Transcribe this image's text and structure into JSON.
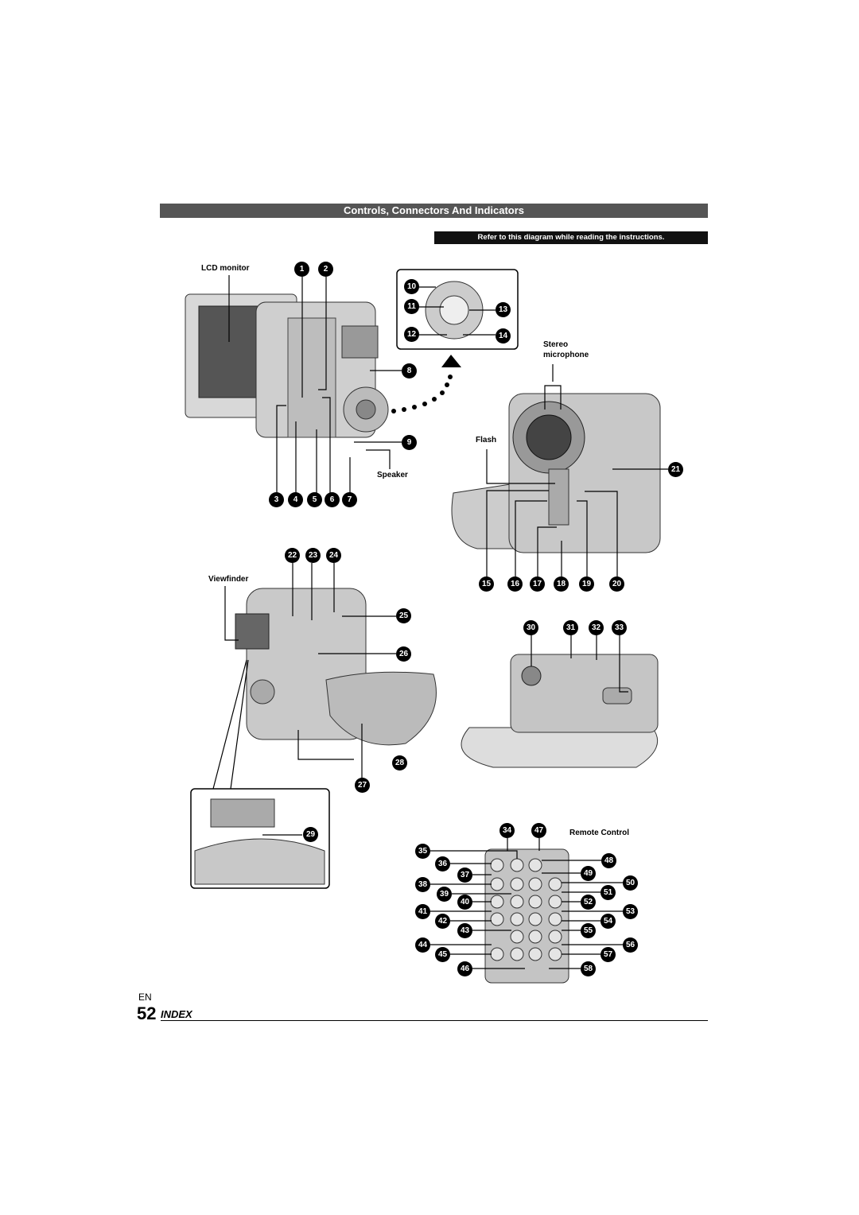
{
  "header": {
    "title": "Controls, Connectors And Indicators",
    "subtitle": "Refer to this diagram while reading the instructions."
  },
  "labels": {
    "lcd_monitor": "LCD monitor",
    "stereo_microphone_1": "Stereo",
    "stereo_microphone_2": "microphone",
    "flash": "Flash",
    "speaker": "Speaker",
    "viewfinder": "Viewfinder",
    "remote_control": "Remote Control"
  },
  "callouts": [
    "1",
    "2",
    "3",
    "4",
    "5",
    "6",
    "7",
    "8",
    "9",
    "10",
    "11",
    "12",
    "13",
    "14",
    "15",
    "16",
    "17",
    "18",
    "19",
    "20",
    "21",
    "22",
    "23",
    "24",
    "25",
    "26",
    "27",
    "28",
    "29",
    "30",
    "31",
    "32",
    "33",
    "34",
    "35",
    "36",
    "37",
    "38",
    "39",
    "40",
    "41",
    "42",
    "43",
    "44",
    "45",
    "46",
    "47",
    "48",
    "49",
    "50",
    "51",
    "52",
    "53",
    "54",
    "55",
    "56",
    "57",
    "58"
  ],
  "footer": {
    "lang": "EN",
    "page_number": "52",
    "section": "INDEX"
  }
}
